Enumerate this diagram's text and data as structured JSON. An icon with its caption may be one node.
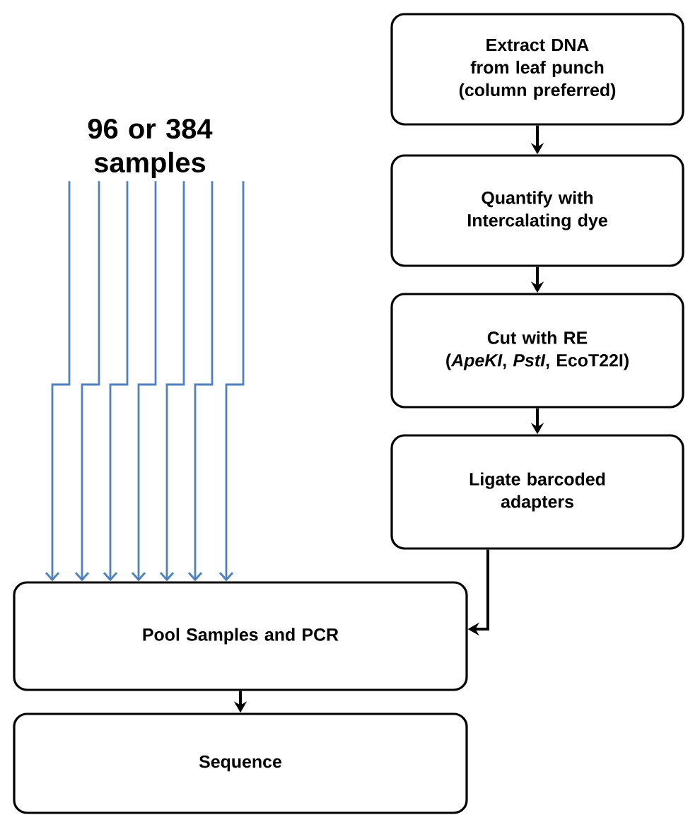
{
  "diagram": {
    "nodes": [
      {
        "text": [
          "Extract DNA from leaf punch (column preferred)"
        ]
      },
      {
        "text": [
          "Quantify with Intercalating dye"
        ]
      },
      {
        "text": [
          "Cut with RE",
          "(*ApeKI*, *PstI*, EcoT22I)"
        ]
      },
      {
        "text": [
          "Ligate barcoded adapters"
        ]
      },
      {
        "text": [
          "96 or 384 samples"
        ]
      },
      {
        "text": [
          "Pool Samples and PCR"
        ]
      },
      {
        "text": [
          "Sequence"
        ]
      }
    ],
    "edges": [
      {
        "from": 0,
        "to": 1,
        "arrow": "to",
        "color": "#000000"
      },
      {
        "from": 1,
        "to": 2,
        "arrow": "to",
        "color": "#000000"
      },
      {
        "from": 2,
        "to": 3,
        "arrow": "to",
        "color": "#000000"
      },
      {
        "from": 3,
        "to": 5,
        "arrow": "to",
        "color": "#000000"
      },
      {
        "from": 5,
        "to": 6,
        "arrow": "to",
        "color": "#000000"
      },
      {
        "from": 4,
        "to": 5,
        "arrow": "to",
        "color": "#4f81bd"
      },
      {
        "from": 4,
        "to": 5,
        "arrow": "to",
        "color": "#4f81bd"
      },
      {
        "from": 4,
        "to": 5,
        "arrow": "to",
        "color": "#4f81bd"
      },
      {
        "from": 4,
        "to": 5,
        "arrow": "to",
        "color": "#4f81bd"
      },
      {
        "from": 4,
        "to": 5,
        "arrow": "to",
        "color": "#4f81bd"
      },
      {
        "from": 4,
        "to": 5,
        "arrow": "to",
        "color": "#4f81bd"
      },
      {
        "from": 4,
        "to": 5,
        "arrow": "to",
        "color": "#4f81bd"
      }
    ]
  }
}
